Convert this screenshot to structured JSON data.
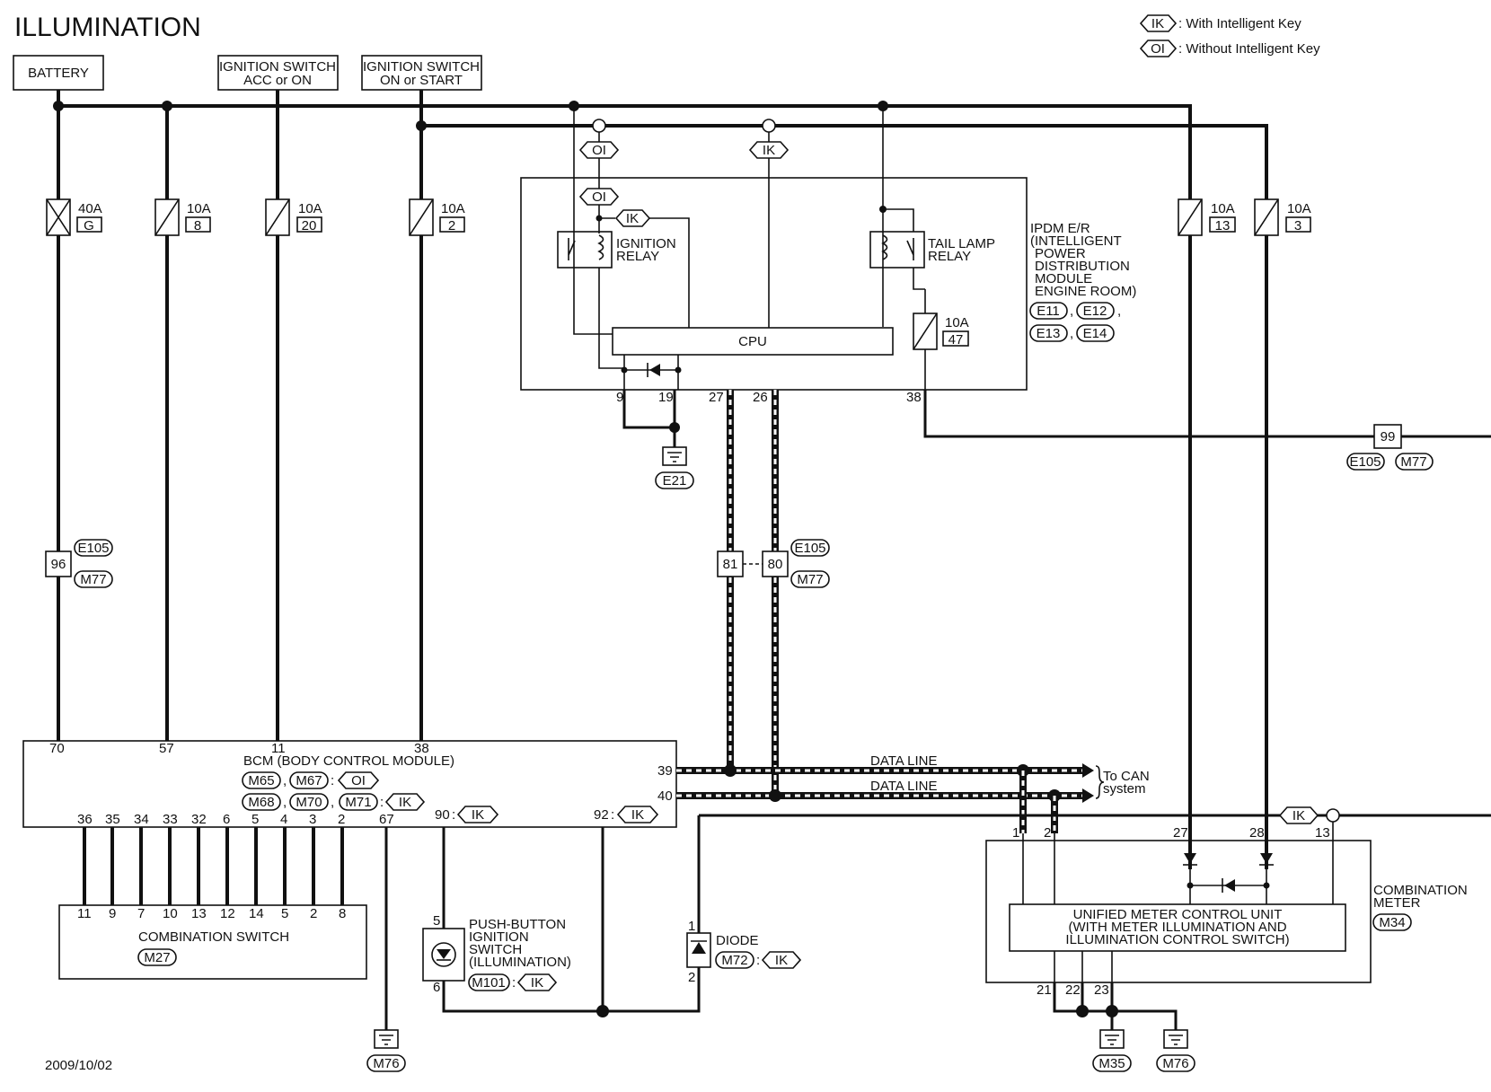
{
  "title": "ILLUMINATION",
  "legend": {
    "ik_code": "IK",
    "ik_text": ": With Intelligent Key",
    "oi_code": "OI",
    "oi_text": ": Without Intelligent Key"
  },
  "sources": {
    "battery": "BATTERY",
    "ign_acc_l1": "IGNITION SWITCH",
    "ign_acc_l2": "ACC or ON",
    "ign_on_l1": "IGNITION SWITCH",
    "ign_on_l2": "ON or START"
  },
  "fuses": [
    {
      "amp": "40A",
      "num": "G"
    },
    {
      "amp": "10A",
      "num": "8"
    },
    {
      "amp": "10A",
      "num": "20"
    },
    {
      "amp": "10A",
      "num": "2"
    },
    {
      "amp": "10A",
      "num": "13"
    },
    {
      "amp": "10A",
      "num": "3"
    },
    {
      "amp": "10A",
      "num": "47"
    }
  ],
  "ipdm": {
    "l1": "IPDM E/R",
    "l2": "(INTELLIGENT",
    "l3": "POWER",
    "l4": "DISTRIBUTION",
    "l5": "MODULE",
    "l6": "ENGINE ROOM)",
    "connectors": [
      "E11",
      "E12",
      "E13",
      "E14"
    ],
    "ign_relay_l1": "IGNITION",
    "ign_relay_l2": "RELAY",
    "tail_relay_l1": "TAIL LAMP",
    "tail_relay_l2": "RELAY",
    "cpu": "CPU",
    "pins": [
      "9",
      "19",
      "27",
      "26",
      "38"
    ]
  },
  "ground_e21": "E21",
  "jc_96": {
    "pin": "96",
    "conn1": "E105",
    "conn2": "M77"
  },
  "jc_81_80": {
    "pin1": "81",
    "pin2": "80",
    "conn1": "E105",
    "conn2": "M77"
  },
  "jc_99": {
    "pin": "99",
    "conn1": "E105",
    "conn2": "M77"
  },
  "bcm": {
    "name": "BCM (BODY CONTROL MODULE)",
    "top_pins": [
      "70",
      "57",
      "11",
      "38"
    ],
    "conns": [
      "M65",
      "M67",
      "M68",
      "M70",
      "M71"
    ],
    "sep": ",",
    "colon": ":",
    "pin39": "39",
    "pin40": "40",
    "bottom_pins": [
      "36",
      "35",
      "34",
      "33",
      "32",
      "6",
      "5",
      "4",
      "3",
      "2",
      "67"
    ],
    "pin90": "90",
    "pin92": "92"
  },
  "data_line_1": "DATA LINE",
  "data_line_2": "DATA LINE",
  "to_can_l1": "To CAN",
  "to_can_l2": "system",
  "combo_switch": {
    "pins": [
      "11",
      "9",
      "7",
      "10",
      "13",
      "12",
      "14",
      "5",
      "2",
      "8"
    ],
    "name": "COMBINATION SWITCH",
    "conn": "M27"
  },
  "push_button": {
    "l1": "PUSH-BUTTON",
    "l2": "IGNITION",
    "l3": "SWITCH",
    "l4": "(ILLUMINATION)",
    "conn": "M101",
    "pin5": "5",
    "pin6": "6"
  },
  "diode": {
    "name": "DIODE",
    "conn": "M72",
    "pin1": "1",
    "pin2": "2"
  },
  "combo_meter": {
    "name_l1": "COMBINATION",
    "name_l2": "METER",
    "conn": "M34",
    "unit_l1": "UNIFIED METER CONTROL UNIT",
    "unit_l2": "(WITH METER ILLUMINATION AND",
    "unit_l3": "ILLUMINATION CONTROL SWITCH)",
    "pins_top": [
      "1",
      "2",
      "27",
      "28",
      "13"
    ],
    "pins_bottom": [
      "21",
      "22",
      "23"
    ]
  },
  "grounds": [
    "M76",
    "M35",
    "M76"
  ],
  "date": "2009/10/02"
}
